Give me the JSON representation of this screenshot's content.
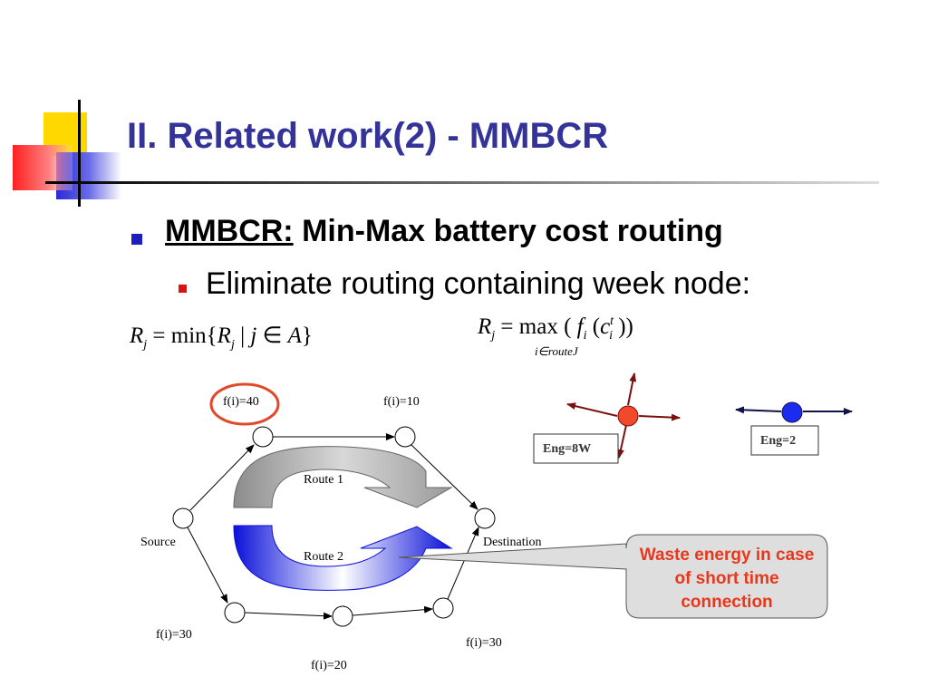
{
  "slide": {
    "title": "II. Related work(2) - MMBCR",
    "bullet1": {
      "term": "MMBCR:",
      "rest": " Min-Max battery cost routing"
    },
    "bullet2": "Eliminate routing containing week node:"
  },
  "formula_left": {
    "R": "R",
    "j": "j",
    "eq_min": " = min{",
    "R2": "R",
    "j2": "j",
    "bar": " | ",
    "j3": "j",
    "in": " ∈ ",
    "A": "A",
    "close": "}"
  },
  "formula_right": {
    "R": "R",
    "j": "j",
    "eq_max": " =  max ( ",
    "f": "f",
    "i": "i",
    "paren": " (",
    "c": "c",
    "t": "t",
    "i2": "i",
    "close": " ))",
    "under": "i∈routeJ"
  },
  "diagram": {
    "f_top_left": "f(i)=40",
    "f_top_right": "f(i)=10",
    "route1": "Route 1",
    "route2": "Route 2",
    "source": "Source",
    "destination": "Destination",
    "f_bottom_left": "f(i)=30",
    "f_bottom_mid": "f(i)=20",
    "f_bottom_right": "f(i)=30",
    "eng_left": "Eng=8W",
    "eng_right": "Eng=2",
    "callout": "Waste energy in case of short time connection"
  },
  "colors": {
    "title": "#333399",
    "bullet1": "#1f1fbf",
    "bullet2": "#e01010",
    "route1_arrow": "#a0a0a0",
    "route2_arrow": "#0a10d8",
    "highlight_ring": "#e0492a",
    "node_red": "#f04a2a",
    "node_blue": "#1a2cf0",
    "callout_fill": "#dedede",
    "callout_text": "#e8381c"
  }
}
